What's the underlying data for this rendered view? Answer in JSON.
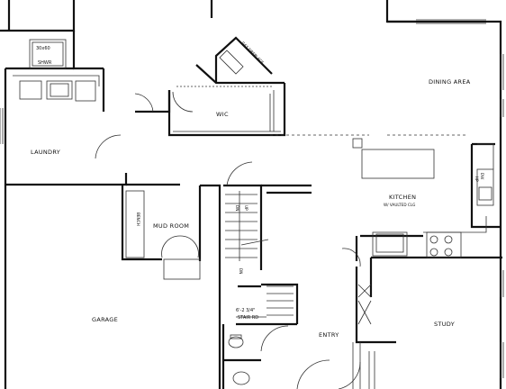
{
  "rooms": {
    "dining": "DINING AREA",
    "wic": "WIC",
    "laundry": "LAUNDRY",
    "kitchen": "KITCHEN",
    "kitchen_note": "W/ VAULTED CLG",
    "mud_room": "MUD ROOM",
    "garage": "GARAGE",
    "entry": "ENTRY",
    "study": "STUDY"
  },
  "annotations": {
    "shower_size": "30x60",
    "shower": "SHWR",
    "gas_fireplace": "GAS FIREPLACE",
    "bench": "BENCH",
    "stair_dn": "DN",
    "stair_up": "UP",
    "stair_dn_rail": "DN",
    "dimension": "6'-2 3/4\"",
    "stair_rd": "STAIR RD",
    "dw": "DW",
    "hp": "HP"
  },
  "colors": {
    "wall": "#111111",
    "thin": "#333333",
    "background": "#ffffff"
  }
}
